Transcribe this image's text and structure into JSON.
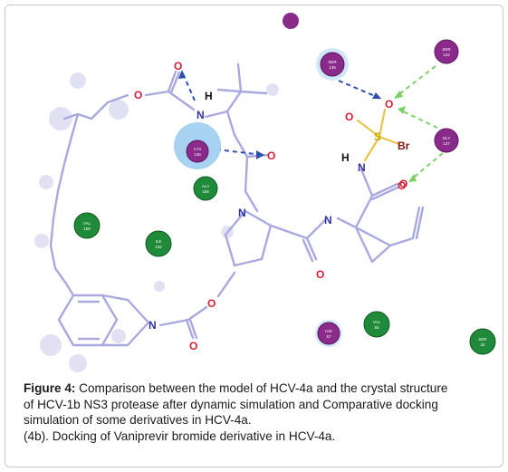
{
  "caption": {
    "figure_label": "Figure 4:",
    "line1": " Comparison between the model of HCV-4a and the crystal structure",
    "line2": "of HCV-1b NS3 protease after dynamic simulation and Comparative docking",
    "line3": "simulation of some derivatives in HCV-4a.",
    "line4": "(4b). Docking of Vaniprevir bromide derivative in HCV-4a."
  },
  "atoms": {
    "o_top_left": "O",
    "o_carbamate": "O",
    "n_amide_top": "N",
    "h_top": "H",
    "o_mid": "O",
    "n_pyrrolidine": "N",
    "o_pyrrolidine_ester": "O",
    "o_lower_carbonyl": "O",
    "n_isoindoline": "N",
    "o_bottom": "O",
    "n_amide_right": "N",
    "o_amide_right": "O",
    "o_sulfonyl_left": "O",
    "o_sulfonyl_top": "O",
    "s_sulfur": "S",
    "br_bromine": "Br",
    "h_sulfonamide": "H",
    "n_sulfonamide": "N",
    "o_acyl": "O"
  },
  "residues": {
    "ser139": {
      "name": "SER",
      "num": "139",
      "color": "#8a2a8a"
    },
    "ser122": {
      "name": "SER",
      "num": "122",
      "color": "#8a2a8a"
    },
    "lys136": {
      "name": "LYS",
      "num": "136",
      "color": "#8a2a8a"
    },
    "gly137": {
      "name": "GLY",
      "num": "137",
      "color": "#8a2a8a"
    },
    "ala156": {
      "name": "ALA",
      "num": "156",
      "color": "#1f8a3a"
    },
    "val158": {
      "name": "VAL",
      "num": "158",
      "color": "#1f8a3a"
    },
    "ile132": {
      "name": "ILE",
      "num": "132",
      "color": "#1f8a3a"
    },
    "his57": {
      "name": "HIS",
      "num": "57",
      "color": "#8a2a8a"
    },
    "val55": {
      "name": "VAL",
      "num": "55",
      "color": "#1f8a3a"
    },
    "ser42": {
      "name": "SER",
      "num": "42",
      "color": "#1f8a3a"
    }
  }
}
